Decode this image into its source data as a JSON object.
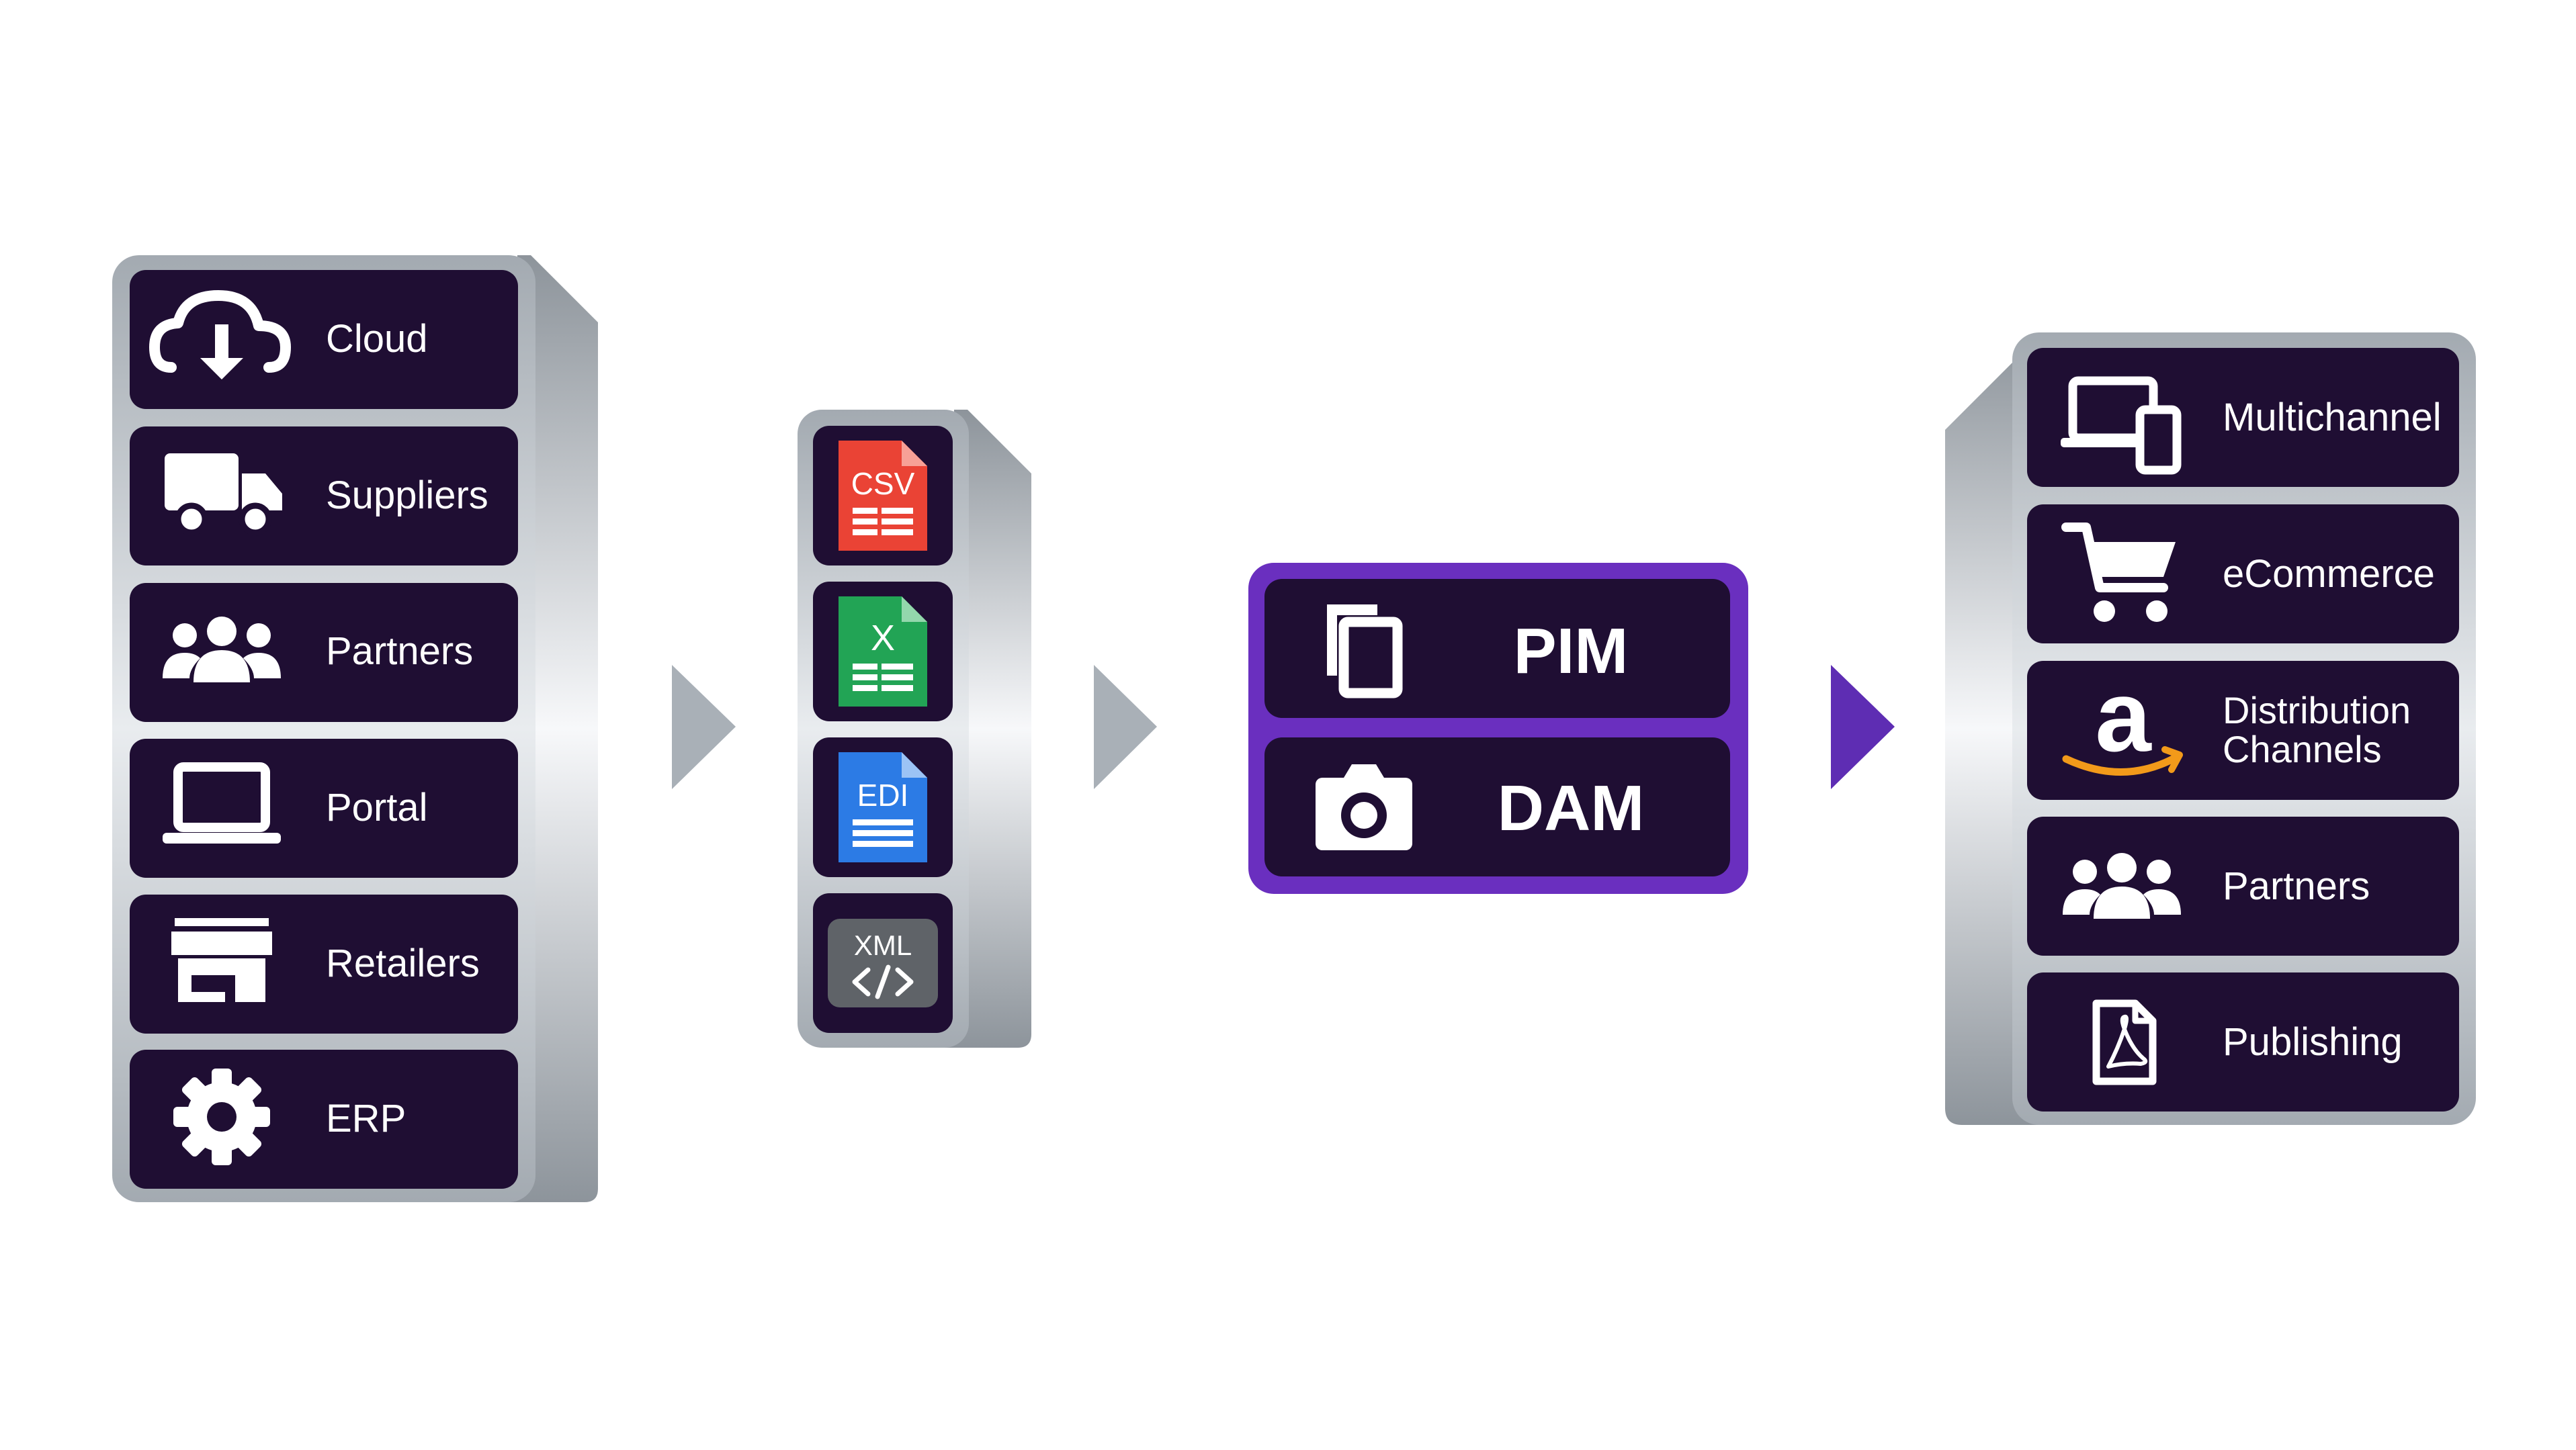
{
  "sources": [
    {
      "label": "Cloud",
      "icon": "cloud-download-icon"
    },
    {
      "label": "Suppliers",
      "icon": "truck-icon"
    },
    {
      "label": "Partners",
      "icon": "people-icon"
    },
    {
      "label": "Portal",
      "icon": "laptop-icon"
    },
    {
      "label": "Retailers",
      "icon": "store-icon"
    },
    {
      "label": "ERP",
      "icon": "gear-icon"
    }
  ],
  "formats": [
    {
      "label": "CSV",
      "icon": "csv-file-icon",
      "color": "#EA4335"
    },
    {
      "label": "X",
      "icon": "excel-file-icon",
      "color": "#22A455"
    },
    {
      "label": "EDI",
      "icon": "edi-file-icon",
      "color": "#2C7BE5"
    },
    {
      "label": "XML",
      "icon": "xml-file-icon",
      "color": "#5F6368"
    }
  ],
  "hub": [
    {
      "label": "PIM",
      "icon": "copy-icon"
    },
    {
      "label": "DAM",
      "icon": "camera-icon"
    }
  ],
  "outputs": [
    {
      "label": "Multichannel",
      "icon": "devices-icon"
    },
    {
      "label": "eCommerce",
      "icon": "cart-icon"
    },
    {
      "label": "Distribution Channels",
      "icon": "amazon-icon"
    },
    {
      "label": "Partners",
      "icon": "people-icon"
    },
    {
      "label": "Publishing",
      "icon": "pdf-file-icon"
    }
  ],
  "colors": {
    "tile": "#1F0E33",
    "accent": "#6A2FBF",
    "arrow_gray": "#A9B0B7",
    "arrow_purple": "#5E2DB3",
    "amazon_orange": "#F29A1A"
  }
}
